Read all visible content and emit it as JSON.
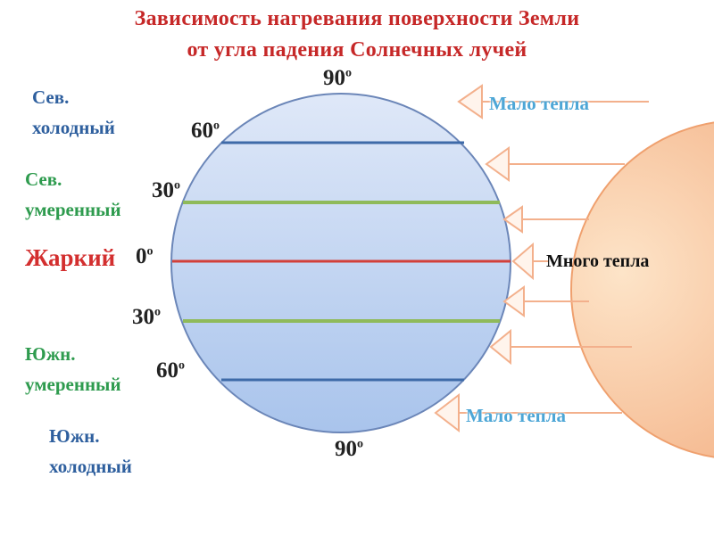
{
  "title": {
    "line1": "Зависимость нагревания поверхности Земли",
    "line2": "от угла падения Солнечных лучей"
  },
  "zones": {
    "north_cold": [
      "Сев.",
      "холодный"
    ],
    "north_temperate": [
      "Сев.",
      "умеренный"
    ],
    "hot": "Жаркий",
    "south_temperate": [
      "Южн.",
      "умеренный"
    ],
    "south_cold": [
      "Южн.",
      "холодный"
    ]
  },
  "latitudes": {
    "north_pole": "90",
    "north_60": "60",
    "north_30": "30",
    "equator": "0",
    "south_30": "30",
    "south_60": "60",
    "south_pole": "90",
    "degree_mark": "o"
  },
  "heat_labels": {
    "north": "Мало тепла",
    "equator": "Много тепла",
    "south": "Мало тепла"
  },
  "colors": {
    "title": "#c62828",
    "cold_zone": "#2e5f9e",
    "temperate_zone": "#2e9b4e",
    "hot_zone": "#d32f2f",
    "globe_top": "#dfe8f8",
    "globe_bottom": "#a9c4ec",
    "line_60": "#3e6aa8",
    "line_30": "#8fba5a",
    "line_equator": "#d2403a",
    "arrows": "#f3b08c",
    "sun_light": "#fde4c8",
    "sun_dark": "#f2a87a"
  },
  "icons": [
    "globe-icon",
    "sun-icon",
    "ray-arrow-icon"
  ]
}
